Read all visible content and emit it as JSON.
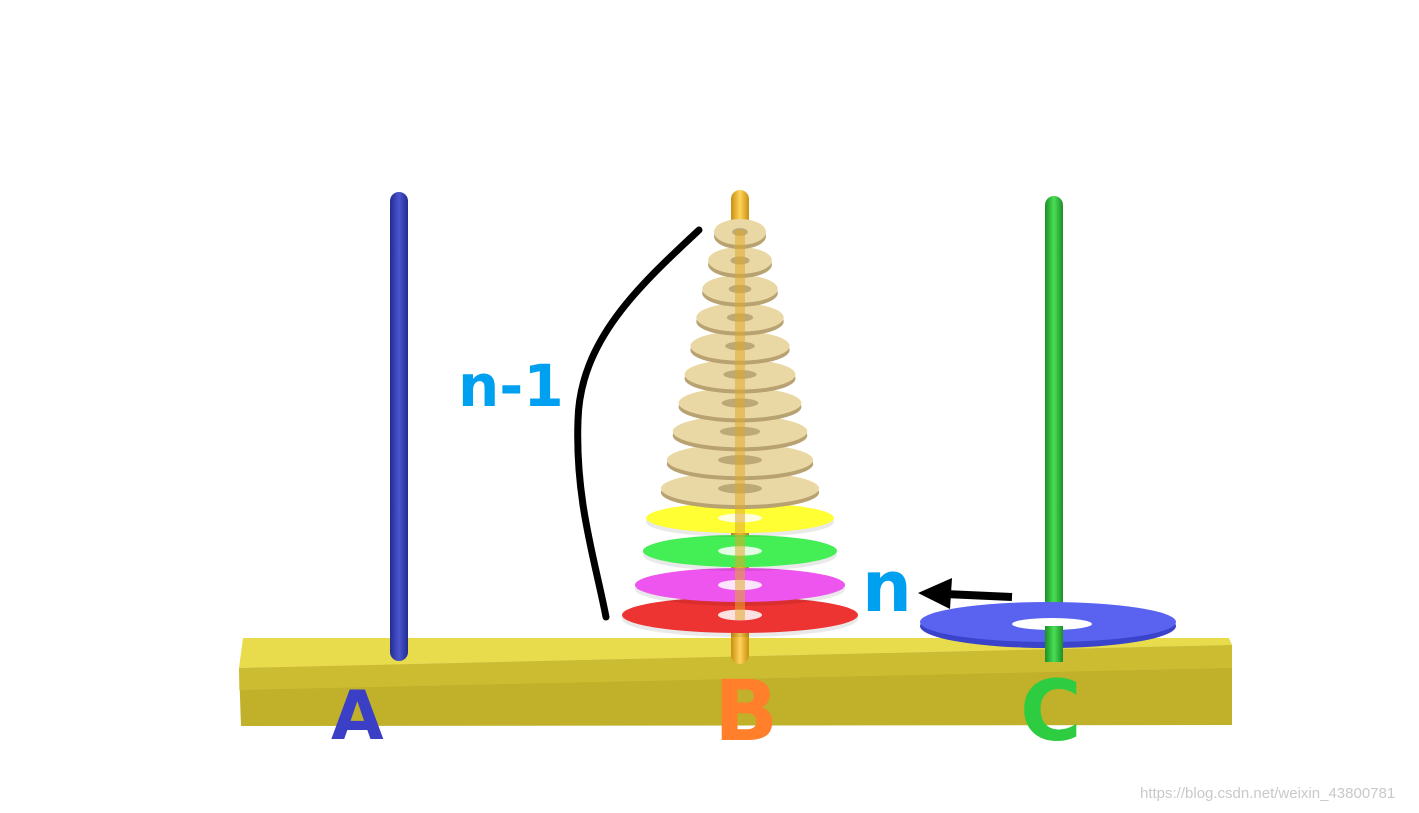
{
  "pegs": [
    {
      "label": "A",
      "color": "#3a3fc6"
    },
    {
      "label": "B",
      "color": "#ff7f2a"
    },
    {
      "label": "C",
      "color": "#2ecc40"
    }
  ],
  "rod_colors": {
    "a": "#333eb3",
    "b": "#e8b52c",
    "c": "#2fbf3a"
  },
  "base_color": "#e6d94a",
  "labels": {
    "n_minus_1": "n-1",
    "n": "n",
    "partial": "n"
  },
  "label_color": "#00a0f0",
  "disks_on_b": {
    "count": 14,
    "small_disk_color": "#ead8a4",
    "large_disk_colors": [
      "#ffff33",
      "#44ee55",
      "#ee55ee",
      "#ee3333"
    ]
  },
  "disk_on_c": {
    "color": "#5a63f0"
  },
  "watermark": "https://blog.csdn.net/weixin_43800781"
}
